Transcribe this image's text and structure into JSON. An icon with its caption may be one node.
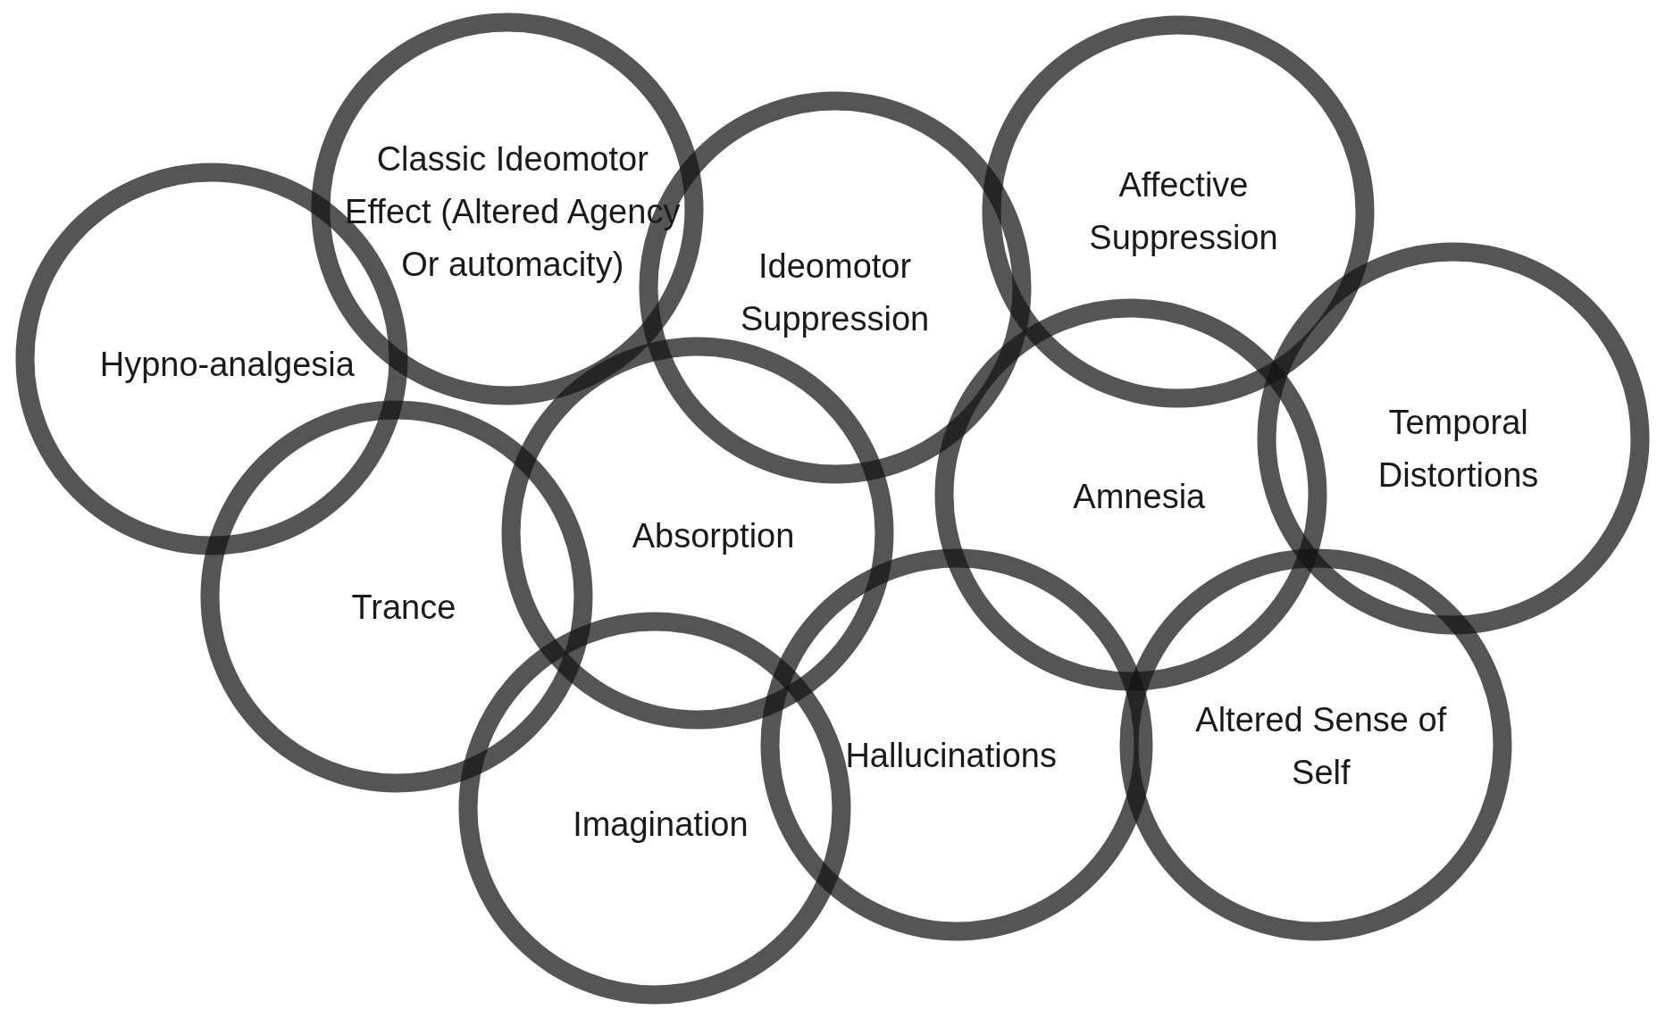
{
  "diagram": {
    "nodes": [
      {
        "text": [
          "Classic Ideomotor Effect (Altered Agency Or automacity)"
        ]
      },
      {
        "text": [
          "Affective Suppression"
        ]
      },
      {
        "text": [
          "Hypno-analgesia"
        ]
      },
      {
        "text": [
          "Ideomotor Suppression"
        ]
      },
      {
        "text": [
          "Temporal Distortions"
        ]
      },
      {
        "text": [
          "Amnesia"
        ]
      },
      {
        "text": [
          "Absorption"
        ]
      },
      {
        "text": [
          "Trance"
        ]
      },
      {
        "text": [
          "Hallucinations"
        ]
      },
      {
        "text": [
          "Altered Sense of Self"
        ]
      },
      {
        "text": [
          "Imagination"
        ]
      }
    ]
  }
}
